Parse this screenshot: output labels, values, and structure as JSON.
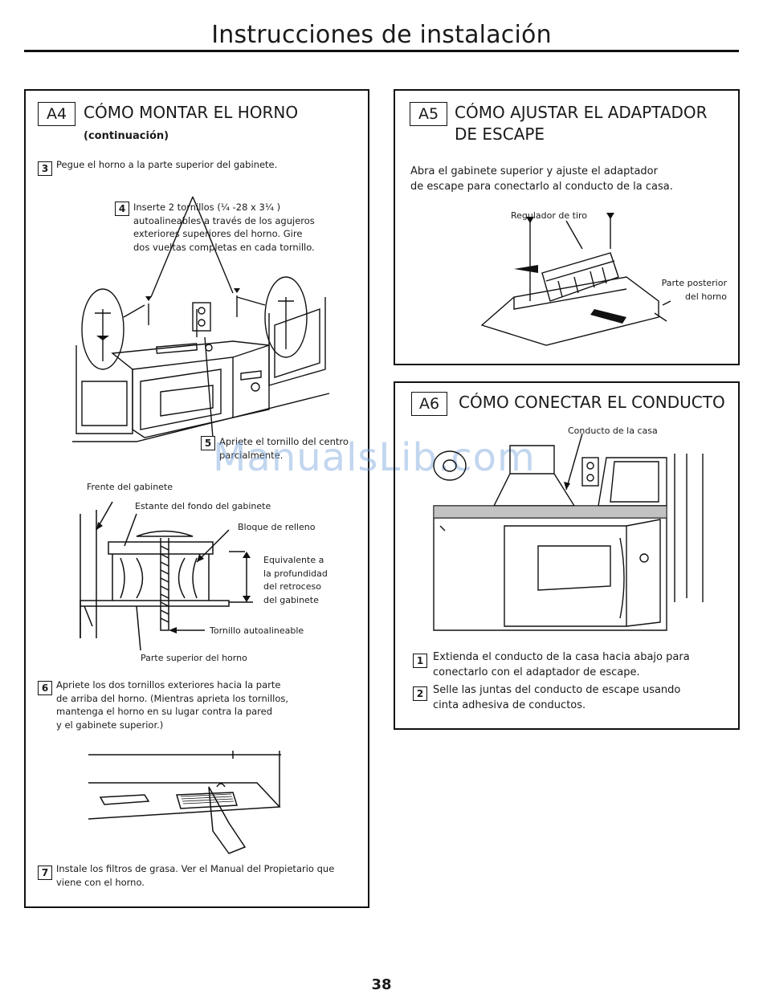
{
  "page": {
    "title": "Instrucciones de instalación",
    "page_number": "38",
    "watermark": "ManualsLib.com"
  },
  "a4": {
    "tag": "A4",
    "title": "CÓMO MONTAR EL HORNO",
    "subtitle": "(continuación)",
    "step3": {
      "num": "3",
      "text": "Pegue el horno a la parte superior del gabinete."
    },
    "step4": {
      "num": "4",
      "lines": [
        "Inserte 2 tornillos (¹⁄₄  -28 x 3¹⁄₄ )",
        "autoalineables a través de los agujeros",
        "exteriores superiores del horno. Gire",
        "dos vueltas completas en cada tornillo."
      ]
    },
    "step5": {
      "num": "5",
      "lines": [
        "Apriete el tornillo del centro",
        "parcialmente."
      ]
    },
    "labels": {
      "frente": "Frente del gabinete",
      "estante": "Estante del fondo del gabinete",
      "bloque": "Bloque de relleno",
      "equivalente": [
        "Equivalente a",
        "la profundidad",
        "del retroceso",
        "del gabinete"
      ],
      "tornillo": "Tornillo autoalineable",
      "parte_sup": "Parte superior del horno"
    },
    "step6": {
      "num": "6",
      "lines": [
        "Apriete los dos tornillos exteriores hacia la parte",
        "de arriba del horno. (Mientras aprieta los tornillos,",
        "mantenga el horno en su lugar contra la pared",
        "y el gabinete superior.)"
      ]
    },
    "step7": {
      "num": "7",
      "lines": [
        "Instale los filtros de grasa. Ver el Manual del Propietario que",
        "viene con el horno."
      ]
    }
  },
  "a5": {
    "tag": "A5",
    "title_lines": [
      "CÓMO AJUSTAR EL ADAPTADOR",
      "DE ESCAPE"
    ],
    "body_lines": [
      "Abra el gabinete superior y ajuste el adaptador",
      "de escape para conectarlo al conducto de la casa."
    ],
    "labels": {
      "regulador": "Regulador de tiro",
      "posterior": [
        "Parte posterior",
        "del horno"
      ]
    }
  },
  "a6": {
    "tag": "A6",
    "title": "CÓMO CONECTAR EL CONDUCTO",
    "labels": {
      "conducto": "Conducto de la casa"
    },
    "step1": {
      "num": "1",
      "lines": [
        "Extienda el conducto de la casa hacia abajo para",
        "conectarlo con el adaptador de escape."
      ]
    },
    "step2": {
      "num": "2",
      "lines": [
        "Selle las juntas del conducto de escape usando",
        "cinta adhesiva de conductos."
      ]
    }
  }
}
